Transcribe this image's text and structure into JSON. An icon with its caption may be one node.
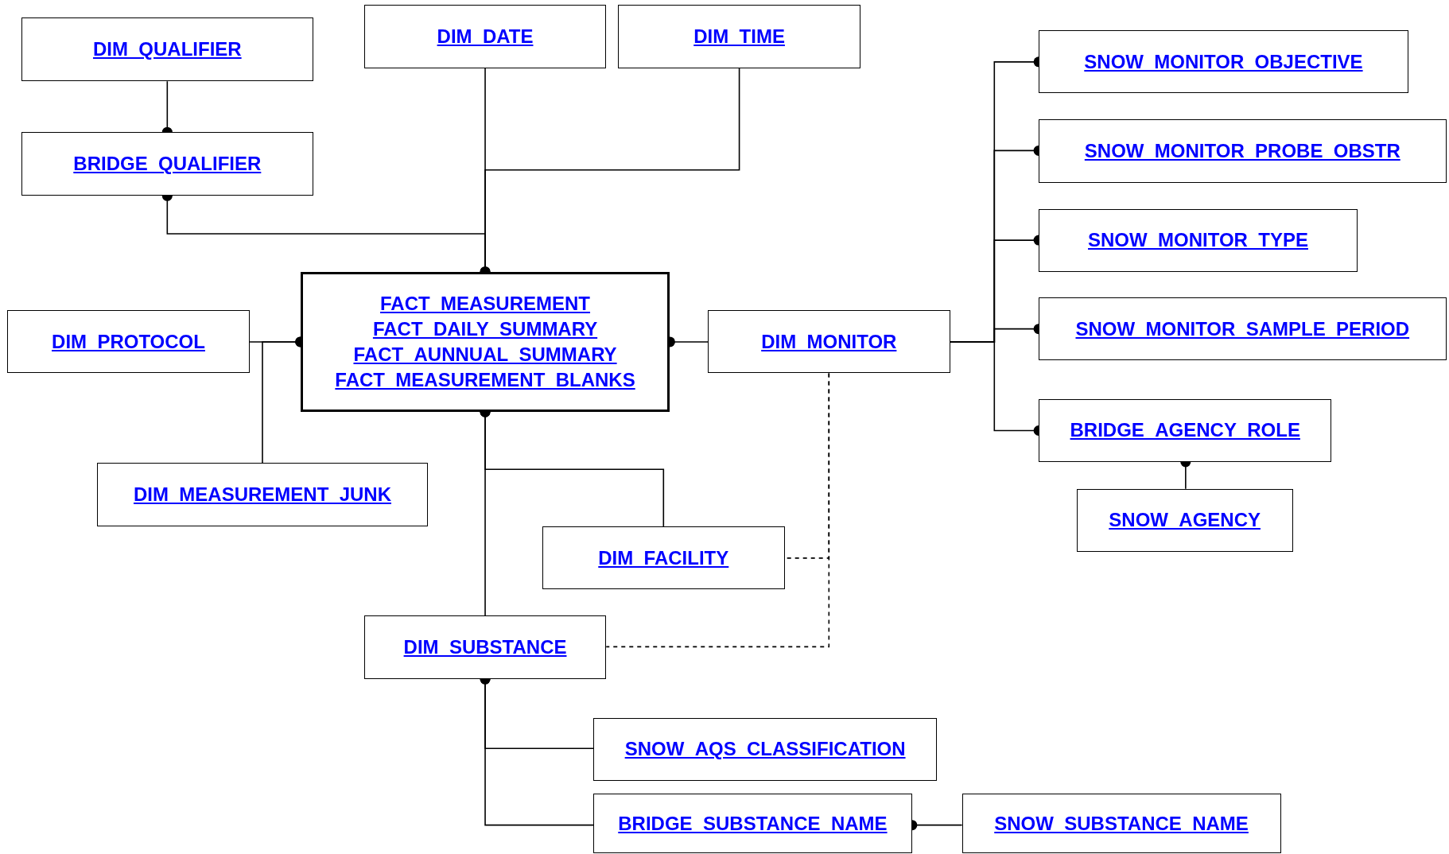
{
  "diagram": {
    "nodes": [
      {
        "text": [
          "DIM_QUALIFIER"
        ]
      },
      {
        "text": [
          "BRIDGE_QUALIFIER"
        ]
      },
      {
        "text": [
          "DIM_DATE"
        ]
      },
      {
        "text": [
          "DIM_TIME"
        ]
      },
      {
        "text": [
          "FACT_MEASUREMENT",
          "FACT_DAILY_SUMMARY",
          "FACT_AUNNUAL_SUMMARY",
          "FACT_MEASUREMENT_BLANKS"
        ]
      },
      {
        "text": [
          "DIM_PROTOCOL"
        ]
      },
      {
        "text": [
          "DIM_MONITOR"
        ]
      },
      {
        "text": [
          "DIM_MEASUREMENT_JUNK"
        ]
      },
      {
        "text": [
          "DIM_FACILITY"
        ]
      },
      {
        "text": [
          "DIM_SUBSTANCE"
        ]
      },
      {
        "text": [
          "SNOW_MONITOR_OBJECTIVE"
        ]
      },
      {
        "text": [
          "SNOW_MONITOR_PROBE_OBSTR"
        ]
      },
      {
        "text": [
          "SNOW_MONITOR_TYPE"
        ]
      },
      {
        "text": [
          "SNOW_MONITOR_SAMPLE_PERIOD"
        ]
      },
      {
        "text": [
          "BRIDGE_AGENCY_ROLE"
        ]
      },
      {
        "text": [
          "SNOW_AGENCY"
        ]
      },
      {
        "text": [
          "SNOW_AQS_CLASSIFICATION"
        ]
      },
      {
        "text": [
          "BRIDGE_SUBSTANCE_NAME"
        ]
      },
      {
        "text": [
          "SNOW_SUBSTANCE_NAME"
        ]
      }
    ],
    "edges": [
      {
        "from": 0,
        "to": 1,
        "arrow": "other"
      },
      {
        "from": 4,
        "to": 1,
        "arrow": "other"
      },
      {
        "from": 2,
        "to": 4,
        "arrow": "other"
      },
      {
        "from": 3,
        "to": 4,
        "arrow": "other"
      },
      {
        "from": 5,
        "to": 4,
        "arrow": "other"
      },
      {
        "from": 7,
        "to": 4,
        "arrow": "other"
      },
      {
        "from": 6,
        "to": 4,
        "arrow": "other"
      },
      {
        "from": 9,
        "to": 4,
        "arrow": "other"
      },
      {
        "from": 8,
        "to": 4,
        "arrow": "other"
      },
      {
        "from": 6,
        "to": 8,
        "arrow": "none",
        "style": "dashed"
      },
      {
        "from": 6,
        "to": 9,
        "arrow": "none",
        "style": "dashed"
      },
      {
        "from": 6,
        "to": 10,
        "arrow": "other"
      },
      {
        "from": 6,
        "to": 11,
        "arrow": "other"
      },
      {
        "from": 6,
        "to": 12,
        "arrow": "other"
      },
      {
        "from": 6,
        "to": 13,
        "arrow": "other"
      },
      {
        "from": 6,
        "to": 14,
        "arrow": "other"
      },
      {
        "from": 15,
        "to": 14,
        "arrow": "other"
      },
      {
        "from": 16,
        "to": 9,
        "arrow": "other"
      },
      {
        "from": 17,
        "to": 9,
        "arrow": "other"
      },
      {
        "from": 18,
        "to": 17,
        "arrow": "other"
      }
    ]
  }
}
